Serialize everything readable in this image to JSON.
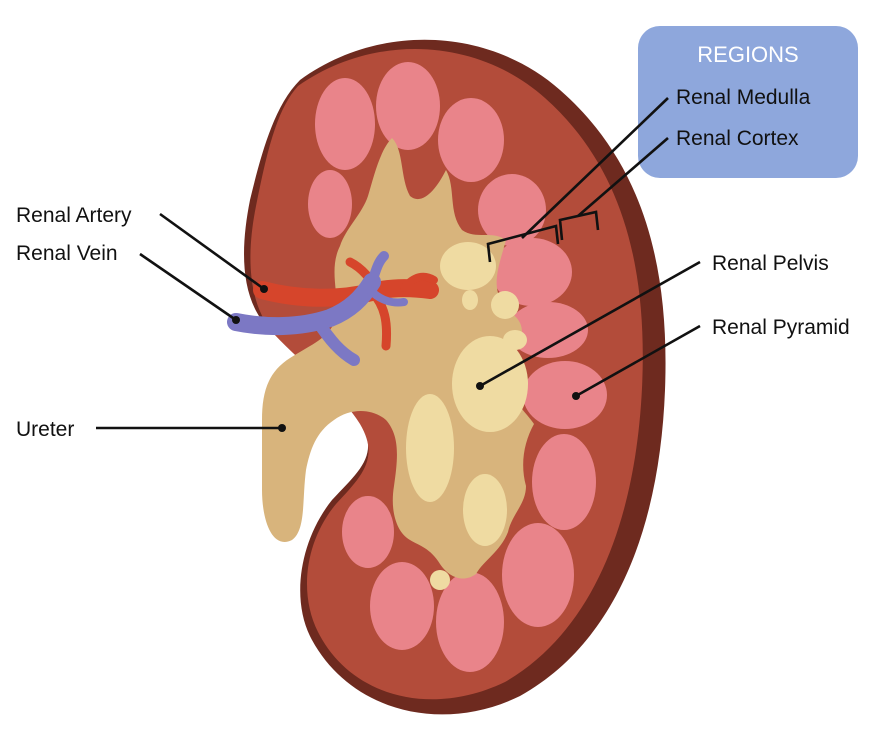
{
  "regions_box": {
    "title": "REGIONS",
    "items": [
      "Renal Medulla",
      "Renal Cortex"
    ]
  },
  "labels": {
    "renal_artery": "Renal Artery",
    "renal_vein": "Renal Vein",
    "ureter": "Ureter",
    "renal_pelvis": "Renal Pelvis",
    "renal_pyramid": "Renal Pyramid"
  },
  "colors": {
    "capsule_dark": "#6e2a1f",
    "cortex": "#b34c3a",
    "pyramid": "#e9848a",
    "pelvis": "#d8b47c",
    "sinus_light": "#efdba2",
    "artery": "#d6452b",
    "vein": "#7c78c4",
    "regions_box": "#8ea7dc"
  }
}
